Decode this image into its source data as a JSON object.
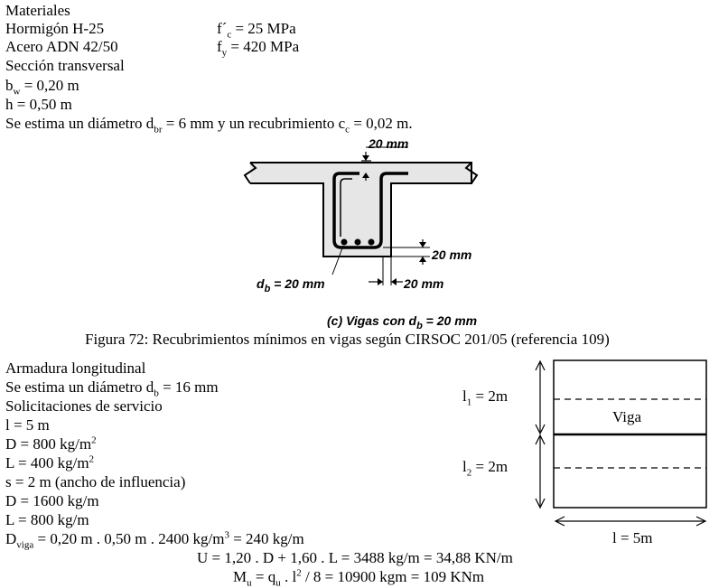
{
  "materials": {
    "heading": "Materiales",
    "concrete": "Hormigón H-25",
    "fc_sym": "f´",
    "fc_sub": "c",
    "fc_val": " = 25 MPa",
    "steel": "Acero ADN 42/50",
    "fy_sym": "f",
    "fy_sub": "y",
    "fy_val": " = 420 MPa"
  },
  "section": {
    "heading": "Sección transversal",
    "bw_sym": "b",
    "bw_sub": "w",
    "bw_val": " = 0,20 m",
    "h": "h = 0,50 m",
    "estimate_a": "Se estima un diámetro d",
    "estimate_sub1": "br",
    "estimate_b": " = 6 mm y un recubrimiento c",
    "estimate_sub2": "c",
    "estimate_c": " = 0,02 m."
  },
  "figure": {
    "label_top": "20 mm",
    "label_right": "20 mm",
    "label_bottom": "20 mm",
    "db_sym": "d",
    "db_sub": "b",
    "db_val": " = 20 mm",
    "subcaption_a": "(c) Vigas con d",
    "subcaption_sub": "b",
    "subcaption_b": " = 20 mm",
    "caption": "Figura 72: Recubrimientos mínimos en vigas según CIRSOC 201/05 (referencia 109)"
  },
  "longitudinal": {
    "heading": "Armadura longitudinal",
    "estimate_a": "Se estima un diámetro d",
    "estimate_sub": "b",
    "estimate_b": " = 16 mm",
    "service": "Solicitaciones de servicio",
    "l": "l = 5 m",
    "D_a": "D = 800 kg/m",
    "D_sup": "2",
    "L_a": "L = 400 kg/m",
    "L_sup": "2",
    "s": "s = 2 m (ancho de influencia)",
    "D2": "D = 1600 kg/m",
    "L2": "L = 800 kg/m",
    "dviga_sym": "D",
    "dviga_sub": "viga",
    "dviga_a": " = 0,20 m . 0,50 m . 2400 kg/m",
    "dviga_sup": "3",
    "dviga_b": " = 240 kg/m",
    "U": "U = 1,20 . D + 1,60 . L = 3488 kg/m = 34,88 KN/m",
    "mu_sym": "M",
    "mu_sub": "u",
    "mu_a": " = q",
    "mu_sub2": "u",
    "mu_b": " . l",
    "mu_sup": "2",
    "mu_c": " / 8 = 10900 kgm = 109 KNm"
  },
  "plan": {
    "l1_sym": "l",
    "l1_sub": "1",
    "l1_val": " = 2m",
    "l2_sym": "l",
    "l2_sub": "2",
    "l2_val": " = 2m",
    "viga": "Viga",
    "length": "l = 5m"
  }
}
